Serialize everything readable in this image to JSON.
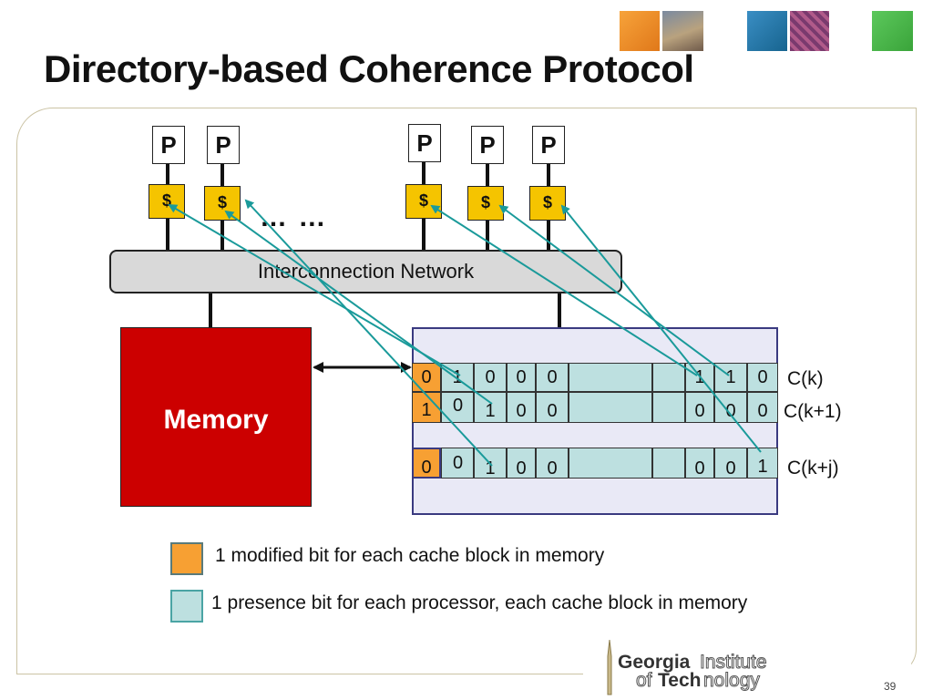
{
  "slide": {
    "title": "Directory-based Coherence Protocol",
    "page_number": "39"
  },
  "processors": [
    {
      "label": "P",
      "cache": "$"
    },
    {
      "label": "P",
      "cache": "$"
    },
    {
      "label": "P",
      "cache": "$"
    },
    {
      "label": "P",
      "cache": "$"
    },
    {
      "label": "P",
      "cache": "$"
    }
  ],
  "ellipsis": "… …",
  "network_label": "Interconnection Network",
  "memory_label": "Memory",
  "directory_rows": {
    "k": {
      "label": "C(k)",
      "modified": "0",
      "bits": [
        "1",
        "0",
        "0",
        "0",
        "1",
        "1",
        "0"
      ]
    },
    "k1": {
      "label": "C(k+1)",
      "modified": "1",
      "super": "0",
      "bits": [
        "1",
        "0",
        "0",
        "0",
        "0",
        "0"
      ]
    },
    "kj": {
      "label": "C(k+j)",
      "modified": "0",
      "super": "0",
      "bits": [
        "1",
        "0",
        "0",
        "0",
        "0",
        "1"
      ]
    }
  },
  "legend": {
    "modified": "1 modified bit for each cache block in memory",
    "presence": "1 presence bit for each processor, each cache block in memory"
  },
  "logo": {
    "georgia": "Georgia",
    "institute": "Institute",
    "of": "of",
    "tech": "Tech",
    "nology": "nology"
  },
  "colors": {
    "memory": "#cc0000",
    "cache": "#f5c400",
    "modified_bit": "#f7a033",
    "presence_bit": "#bde0e0",
    "arrow": "#1a9a9a",
    "directory_border": "#3a3a80"
  }
}
